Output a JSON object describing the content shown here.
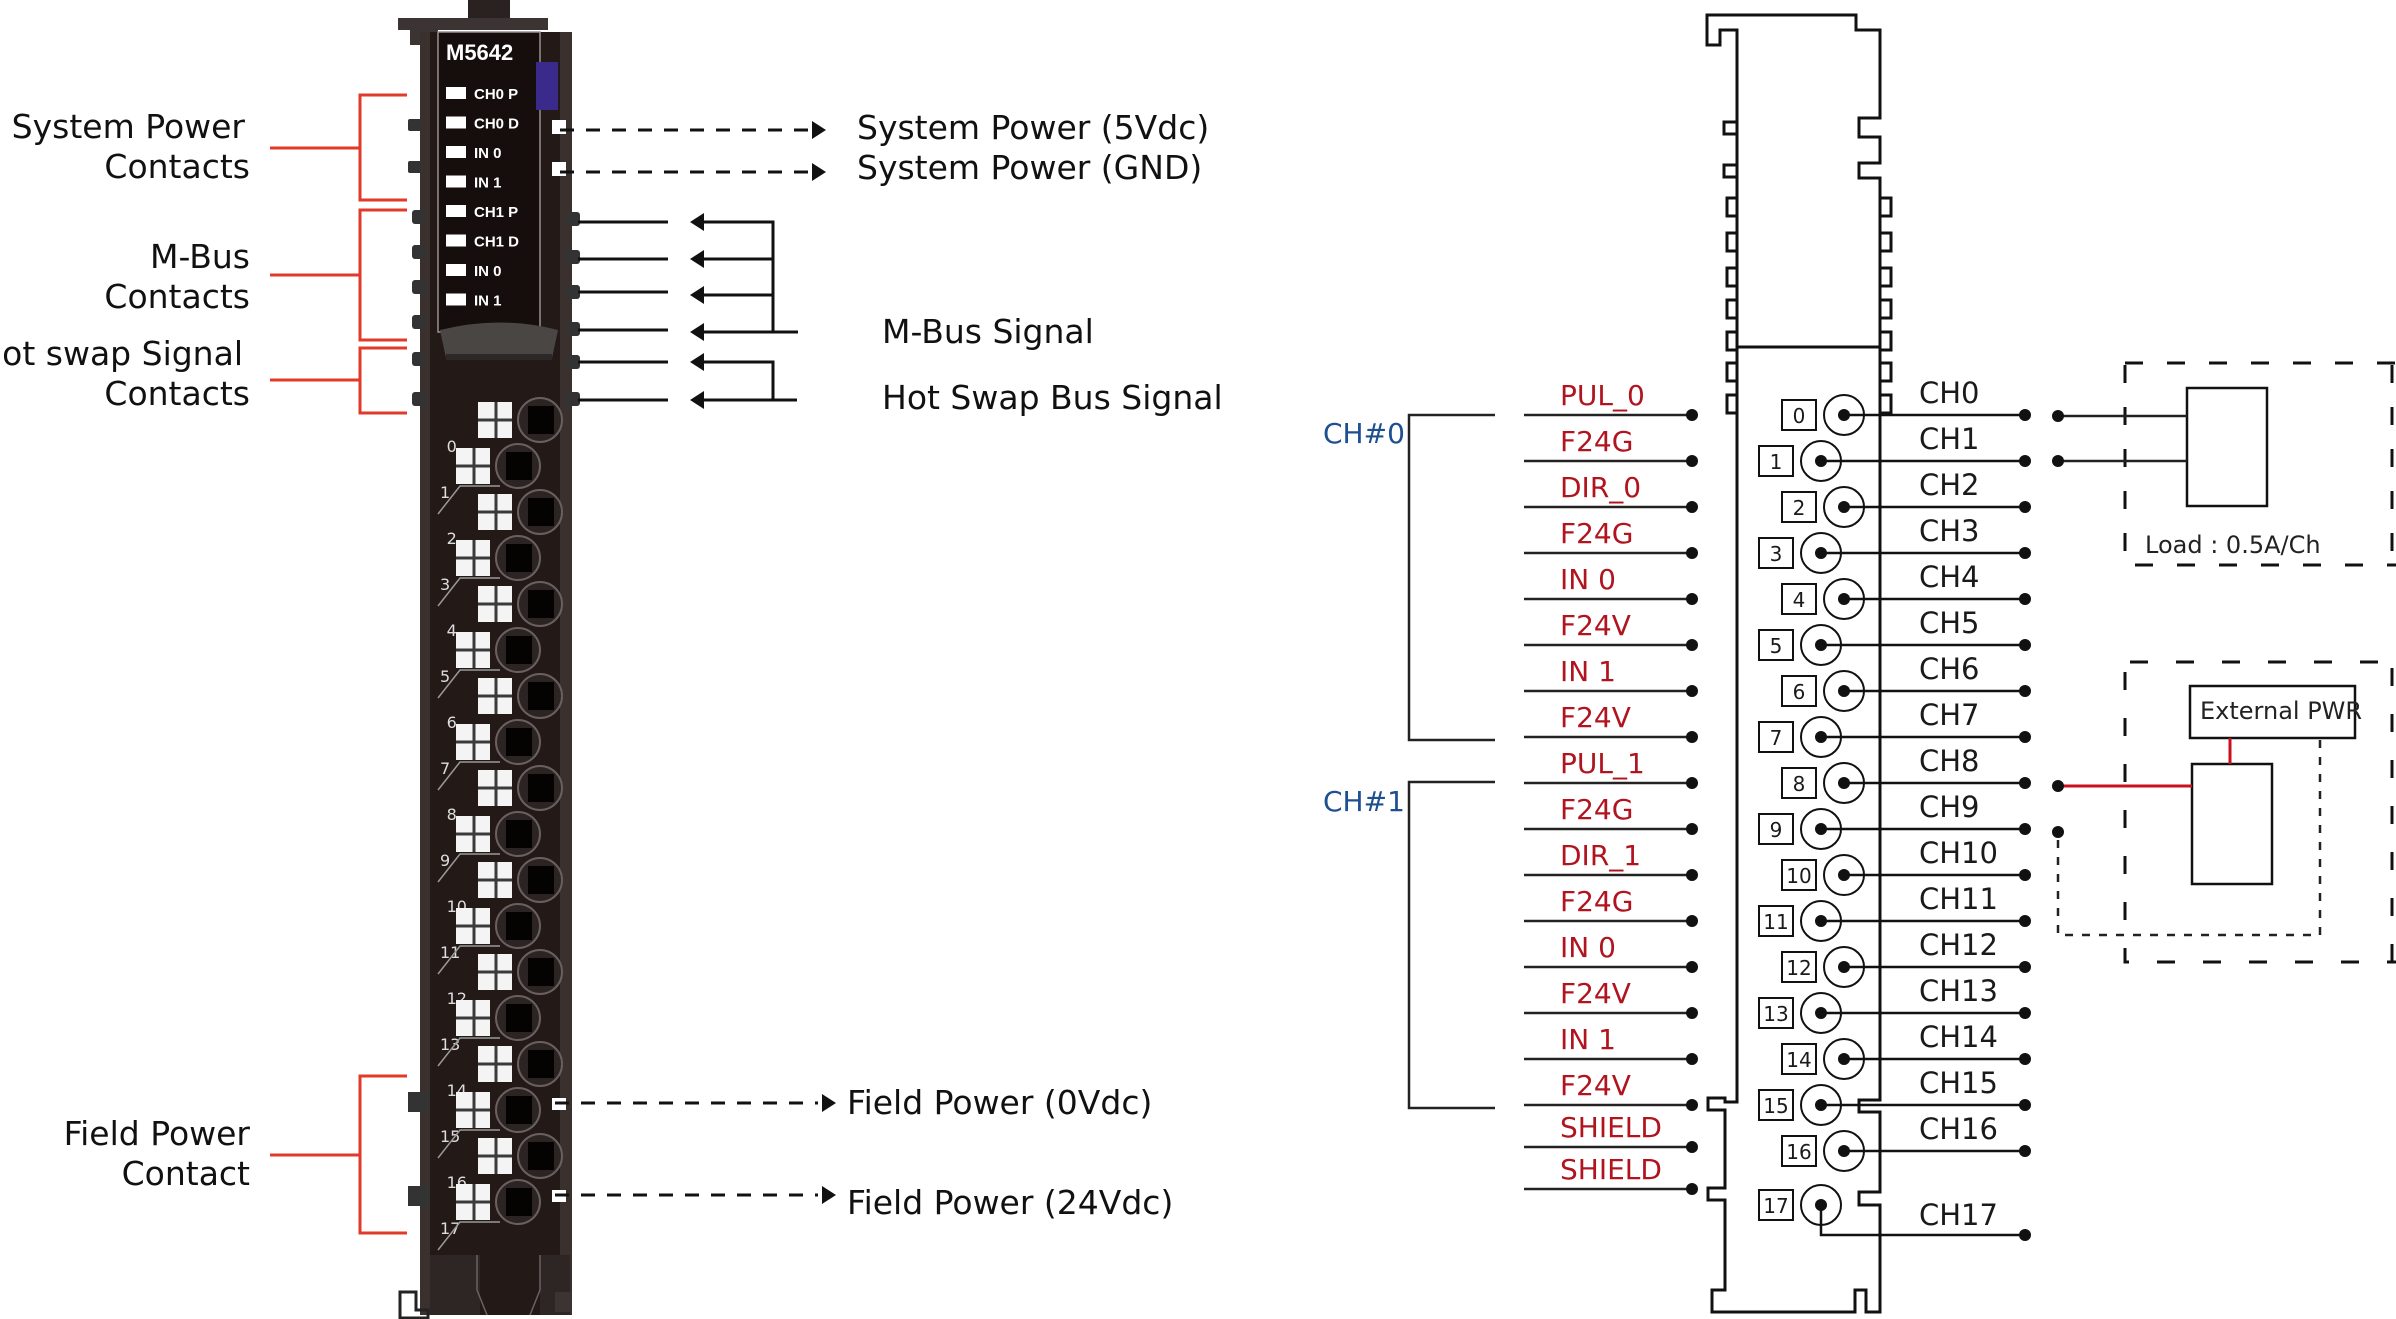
{
  "module": {
    "model": "M5642",
    "leds": [
      "CH0 P",
      "CH0 D",
      "IN 0",
      "IN 1",
      "CH1 P",
      "CH1 D",
      "IN 0",
      "IN 1"
    ],
    "terminal_numbers": [
      "0",
      "1",
      "2",
      "3",
      "4",
      "5",
      "6",
      "7",
      "8",
      "9",
      "10",
      "11",
      "12",
      "13",
      "14",
      "15",
      "16",
      "17"
    ],
    "colors": {
      "body": "#231a18",
      "accent": "#3a2a8c",
      "bracket": "#e03a2a"
    }
  },
  "left_labels": {
    "system_power": [
      "System Power",
      "Contacts"
    ],
    "mbus": [
      "M-Bus",
      "Contacts"
    ],
    "hotswap": [
      "Hot swap Signal",
      "Contacts"
    ],
    "field_power": [
      "Field Power",
      "Contact"
    ]
  },
  "right_annotations": {
    "sys_5v": "System Power (5Vdc)",
    "sys_gnd": "System Power (GND)",
    "mbus_signal": "M-Bus Signal",
    "hotswap_signal": "Hot Swap Bus Signal",
    "field_0v": "Field Power (0Vdc)",
    "field_24v": "Field Power (24Vdc)"
  },
  "wiring": {
    "groups": [
      {
        "name": "CH#0",
        "signals": [
          "PUL_0",
          "F24G",
          "DIR_0",
          "F24G",
          "IN 0",
          "F24V",
          "IN 1",
          "F24V"
        ]
      },
      {
        "name": "CH#1",
        "signals": [
          "PUL_1",
          "F24G",
          "DIR_1",
          "F24G",
          "IN 0",
          "F24V",
          "IN 1",
          "F24V"
        ]
      }
    ],
    "extra_signals": [
      "SHIELD",
      "SHIELD"
    ],
    "terminals": [
      "0",
      "1",
      "2",
      "3",
      "4",
      "5",
      "6",
      "7",
      "8",
      "9",
      "10",
      "11",
      "12",
      "13",
      "14",
      "15",
      "16",
      "17"
    ],
    "channels": [
      "CH0",
      "CH1",
      "CH2",
      "CH3",
      "CH4",
      "CH5",
      "CH6",
      "CH7",
      "CH8",
      "CH9",
      "CH10",
      "CH11",
      "CH12",
      "CH13",
      "CH14",
      "CH15",
      "CH16",
      "CH17"
    ],
    "load_label": "Load : 0.5A/Ch",
    "ext_pwr_label": "External PWR",
    "colors": {
      "signal": "#b0151f",
      "group": "#1d4f91",
      "ext_wire": "#c8101e"
    }
  }
}
